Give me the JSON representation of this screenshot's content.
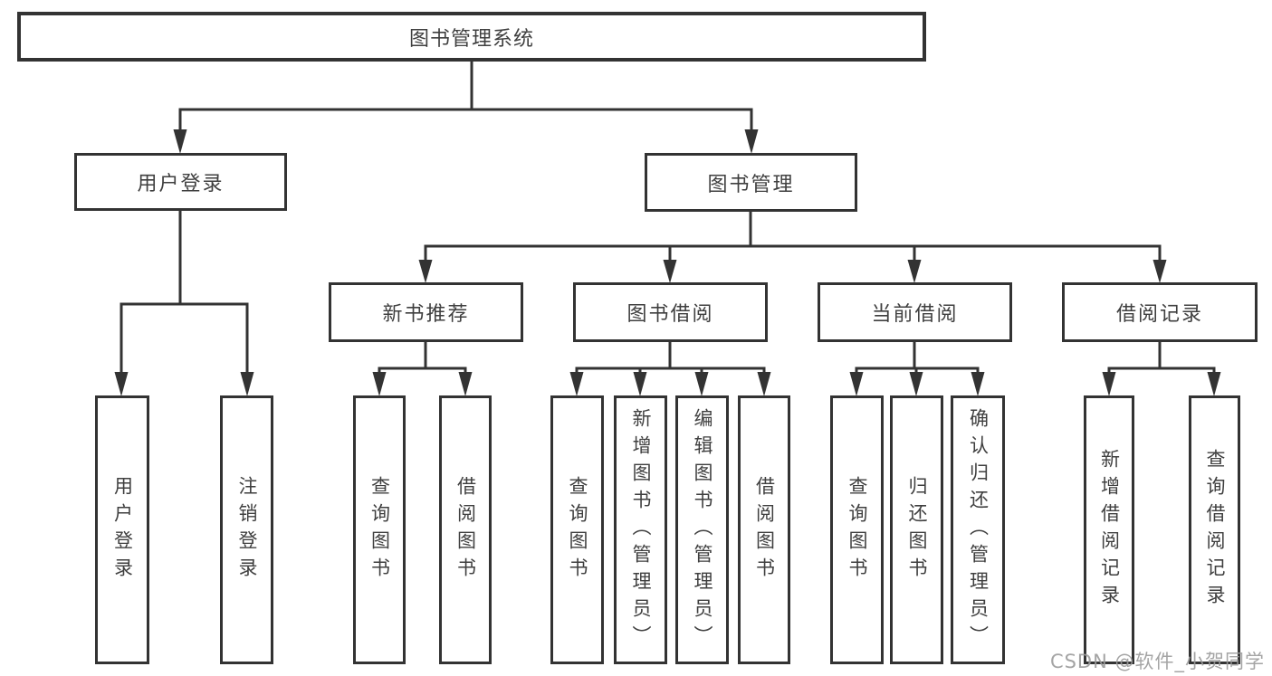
{
  "diagram": {
    "root": {
      "label": "图书管理系统",
      "children": [
        {
          "label": "用户登录",
          "children": [
            {
              "label": "用户登录"
            },
            {
              "label": "注销登录"
            }
          ]
        },
        {
          "label": "图书管理",
          "children": [
            {
              "label": "新书推荐",
              "children": [
                {
                  "label": "查询图书"
                },
                {
                  "label": "借阅图书"
                }
              ]
            },
            {
              "label": "图书借阅",
              "children": [
                {
                  "label": "查询图书"
                },
                {
                  "label": "新增图书（管理员）"
                },
                {
                  "label": "编辑图书（管理员）"
                },
                {
                  "label": "借阅图书"
                }
              ]
            },
            {
              "label": "当前借阅",
              "children": [
                {
                  "label": "查询图书"
                },
                {
                  "label": "归还图书"
                },
                {
                  "label": "确认归还（管理员）"
                }
              ]
            },
            {
              "label": "借阅记录",
              "children": [
                {
                  "label": "新增借阅记录"
                },
                {
                  "label": "查询借阅记录"
                }
              ]
            }
          ]
        }
      ]
    },
    "colors": {
      "line": "#333333",
      "text": "#3f3f3f",
      "box_background": "#ffffff",
      "watermark": "#9b9b9b"
    }
  },
  "watermark": {
    "text": "CSDN @软件_小贺同学"
  }
}
